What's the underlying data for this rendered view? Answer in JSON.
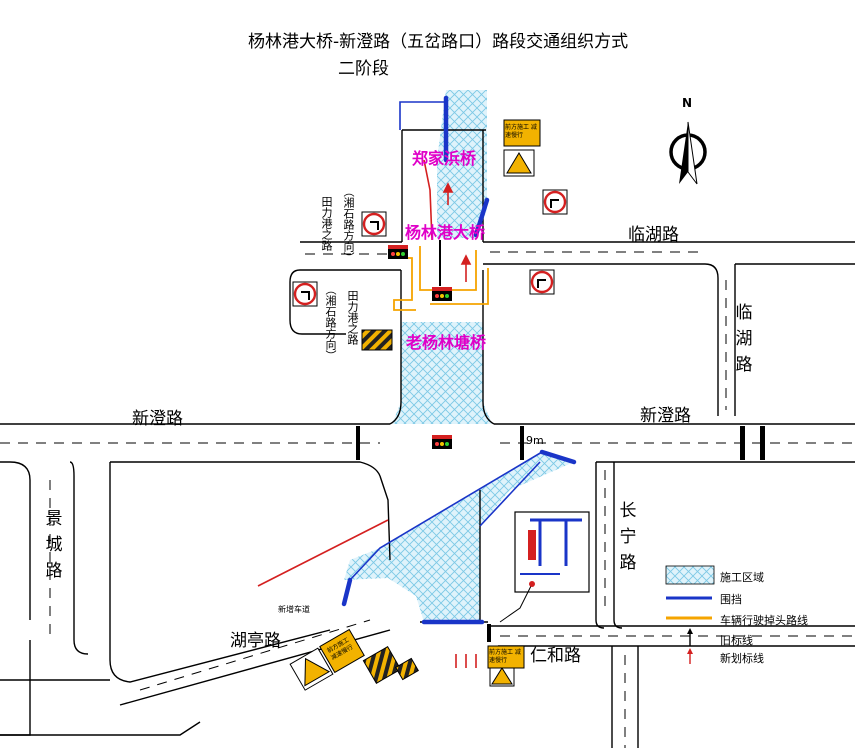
{
  "title": {
    "line1": "杨林港大桥-新澄路（五岔路口）路段交通组织方式",
    "line2": "二阶段"
  },
  "compass": {
    "label": "N"
  },
  "roads": {
    "linhu_top": "临湖路",
    "linhu_side": "临湖路",
    "xincheng_left": "新澄路",
    "xincheng_right": "新澄路",
    "jingcheng": "景城路",
    "changning": "长宁路",
    "huting": "湖亭路",
    "renhe": "仁和路"
  },
  "bridges": {
    "zhengjiabang": "郑家浜桥",
    "yanglingang": "杨林港大桥",
    "laoyanglintang": "老杨林塘桥"
  },
  "signs": {
    "work_ahead_top": "前方施工 减速慢行",
    "work_ahead_bottom": "前方施工 减速慢行",
    "work_ahead_left": "前方施工 减速慢行"
  },
  "side_notes": {
    "left_upper_a": "田力港之路",
    "left_upper_b": "（湘石路方向）",
    "left_lower_a": "田力港之路",
    "left_lower_b": "（湘石路方向）"
  },
  "misc": {
    "dimension_9m": "9m",
    "lane_note": "新增车道"
  },
  "legend": {
    "items": [
      {
        "label": "施工区域",
        "symbol": "hatch"
      },
      {
        "label": "围挡",
        "symbol": "blue-line"
      },
      {
        "label": "车辆行驶掉头路线",
        "symbol": "orange-line"
      },
      {
        "label": "旧标线",
        "symbol": "black-arrow"
      },
      {
        "label": "新划标线",
        "symbol": "red-arrow"
      }
    ]
  },
  "colors": {
    "construction_hatch": "#9fd8ee",
    "barrier": "#1a35c8",
    "u_turn_route": "#f5a400",
    "new_marking": "#d42020",
    "bridge_label": "#e000c8",
    "sign_yellow": "#f2b200"
  }
}
